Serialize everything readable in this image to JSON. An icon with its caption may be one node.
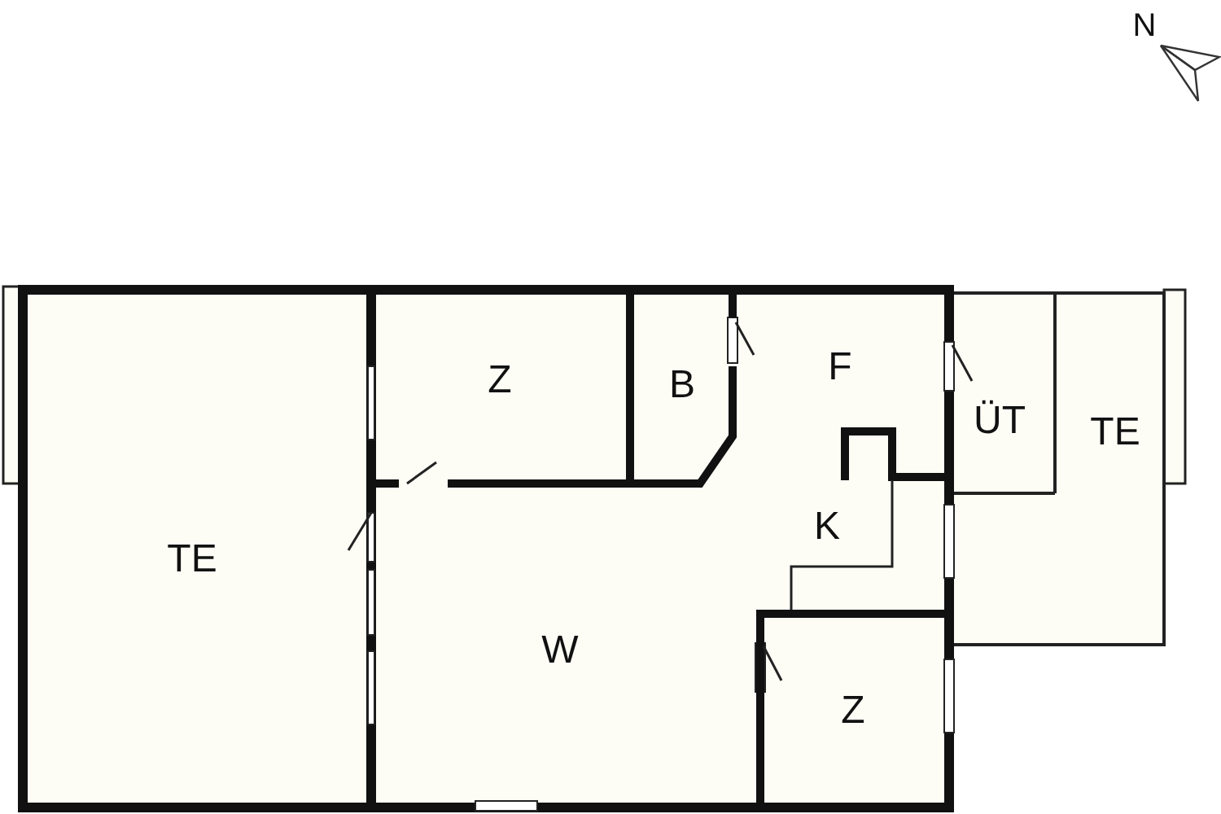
{
  "diagram": {
    "labels": [
      "N",
      "Z",
      "B",
      "F",
      "ÜT",
      "TE",
      "TE",
      "K",
      "W",
      "Z"
    ]
  }
}
